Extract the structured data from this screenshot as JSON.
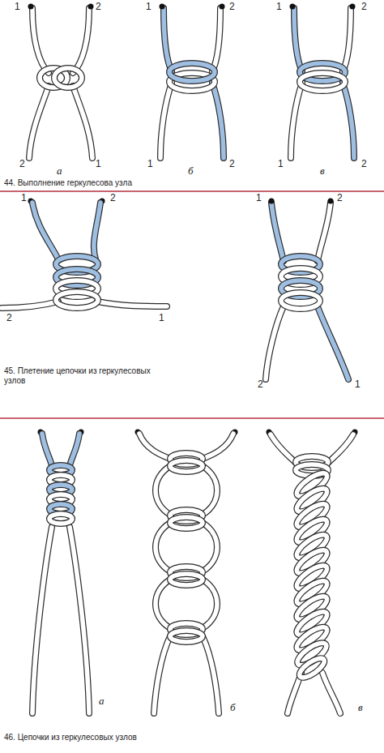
{
  "diagram": {
    "labels": [
      "1",
      "2",
      "1",
      "2",
      "1",
      "2",
      "2",
      "а",
      "1",
      "1",
      "б",
      "2",
      "1",
      "в",
      "2",
      "44. Выполнение геркулесова узла",
      "1",
      "2",
      "2",
      "1",
      "1",
      "2",
      "2",
      "1",
      "45. Плетение цепочки из геркулесовых узлов",
      "а",
      "б",
      "в",
      "46. Цепочки из геркулесовых узлов"
    ]
  }
}
